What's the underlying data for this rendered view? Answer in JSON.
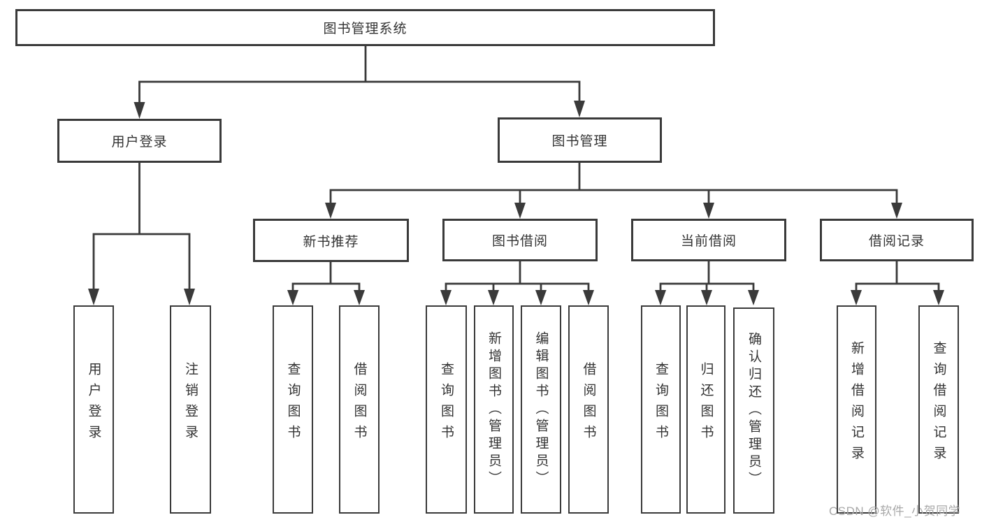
{
  "diagram": {
    "root": {
      "label": "图书管理系统"
    },
    "branches": [
      {
        "label": "用户登录",
        "children": [
          {
            "label": "用户登录"
          },
          {
            "label": "注销登录"
          }
        ]
      },
      {
        "label": "图书管理",
        "children": [
          {
            "label": "新书推荐",
            "children": [
              {
                "label": "查询图书"
              },
              {
                "label": "借阅图书"
              }
            ]
          },
          {
            "label": "图书借阅",
            "children": [
              {
                "label": "查询图书"
              },
              {
                "label": "新增图书（管理员）"
              },
              {
                "label": "编辑图书（管理员）"
              },
              {
                "label": "借阅图书"
              }
            ]
          },
          {
            "label": "当前借阅",
            "children": [
              {
                "label": "查询图书"
              },
              {
                "label": "归还图书"
              },
              {
                "label": "确认归还（管理员）"
              }
            ]
          },
          {
            "label": "借阅记录",
            "children": [
              {
                "label": "新增借阅记录"
              },
              {
                "label": "查询借阅记录"
              }
            ]
          }
        ]
      }
    ]
  },
  "watermark": "CSDN @软件_小贺同学",
  "colors": {
    "line": "#3a3a3a",
    "text": "#333333",
    "watermark": "#a8a8a8",
    "background": "#ffffff"
  }
}
